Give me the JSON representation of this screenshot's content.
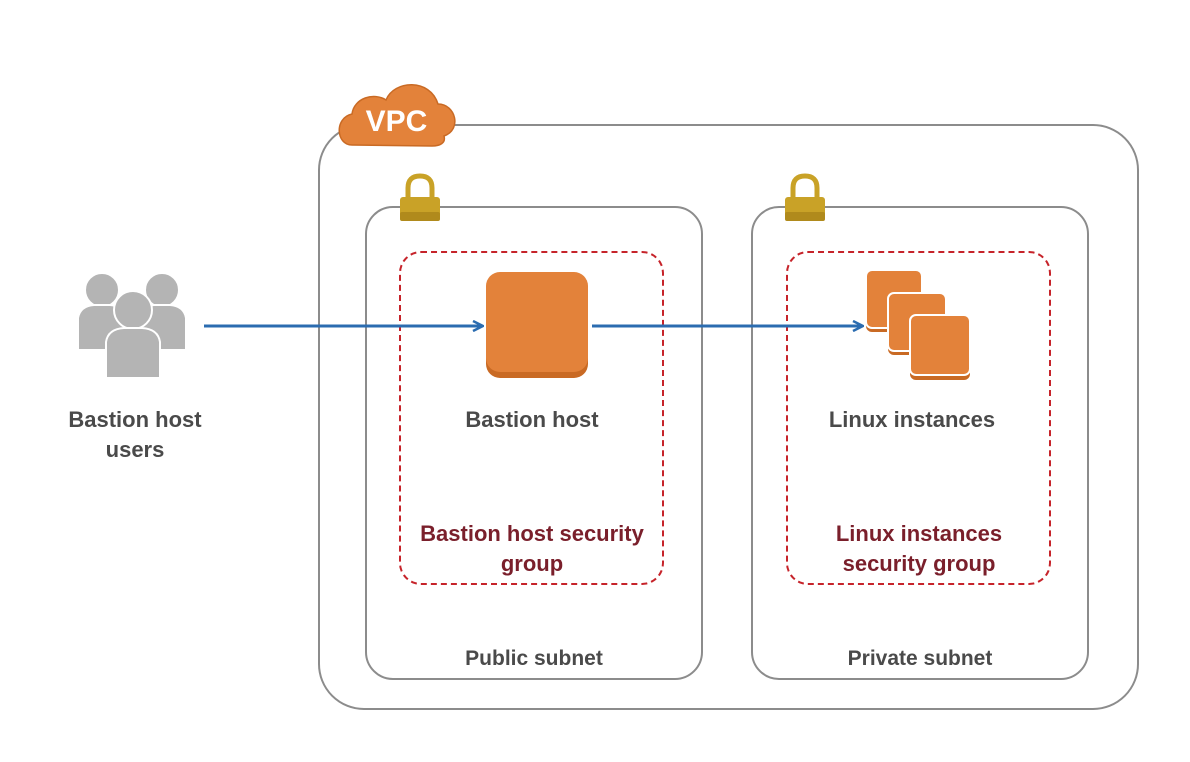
{
  "vpc": {
    "badge_text": "VPC"
  },
  "users": {
    "label": "Bastion host users"
  },
  "public_subnet": {
    "label": "Public subnet",
    "instance_label": "Bastion host",
    "security_group_label": "Bastion host security group"
  },
  "private_subnet": {
    "label": "Private subnet",
    "instance_label": "Linux instances",
    "security_group_label": "Linux instances security group"
  },
  "colors": {
    "orange": "#e3823a",
    "lock_gold": "#c9a227",
    "arrow_blue": "#2b6cb0",
    "security_red": "#c6232a",
    "users_gray": "#b4b4b4"
  },
  "icons": [
    "cloud-icon",
    "users-icon",
    "lock-icon",
    "ec2-instance-icon",
    "ec2-instances-icon",
    "arrow-icon"
  ]
}
